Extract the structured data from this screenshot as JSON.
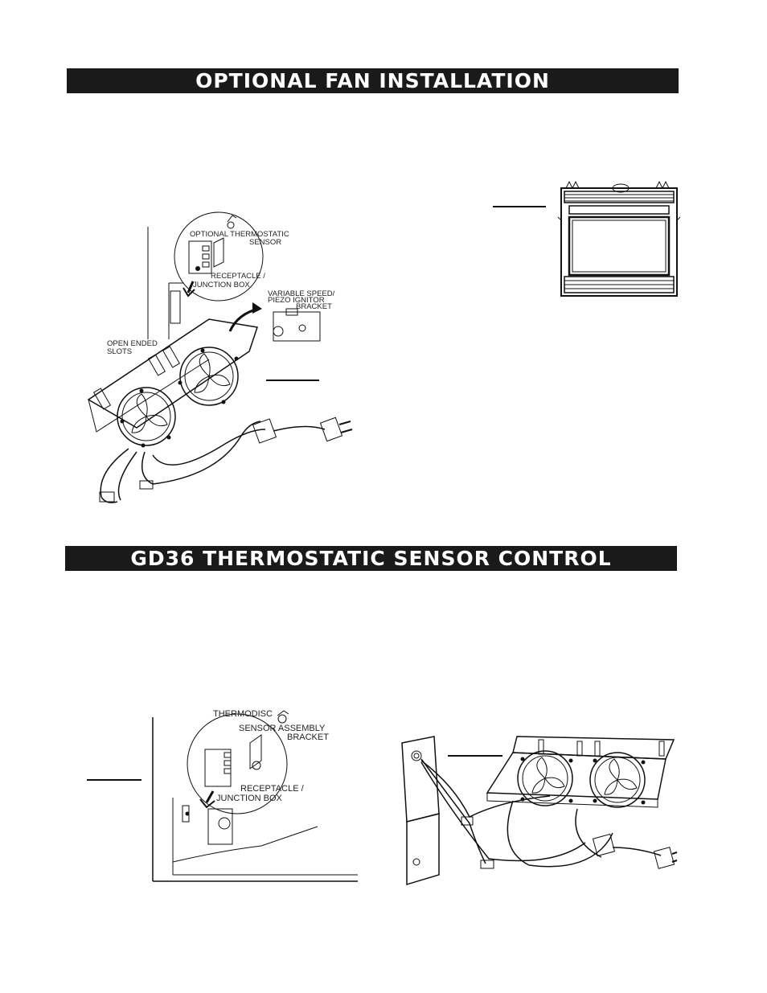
{
  "sections": {
    "fan_installation_title": "OPTIONAL FAN INSTALLATION",
    "sensor_control_title": "GD36 THERMOSTATIC SENSOR CONTROL"
  },
  "fig_fan": {
    "optional_thermostatic": "OPTIONAL THERMOSTATIC",
    "sensor": "SENSOR",
    "receptacle": "RECEPTACLE /",
    "junction_box": "JUNCTION BOX",
    "variable_speed": "VARIABLE SPEED/",
    "piezo_ignitor": "PIEZO IGNITOR",
    "bracket": "BRACKET",
    "open_ended": "OPEN ENDED",
    "slots": "SLOTS"
  },
  "fig_sensor": {
    "thermodisc": "THERMODISC",
    "sensor_assembly": "SENSOR ASSEMBLY",
    "bracket": "BRACKET",
    "receptacle": "RECEPTACLE /",
    "junction_box": "JUNCTION BOX"
  }
}
